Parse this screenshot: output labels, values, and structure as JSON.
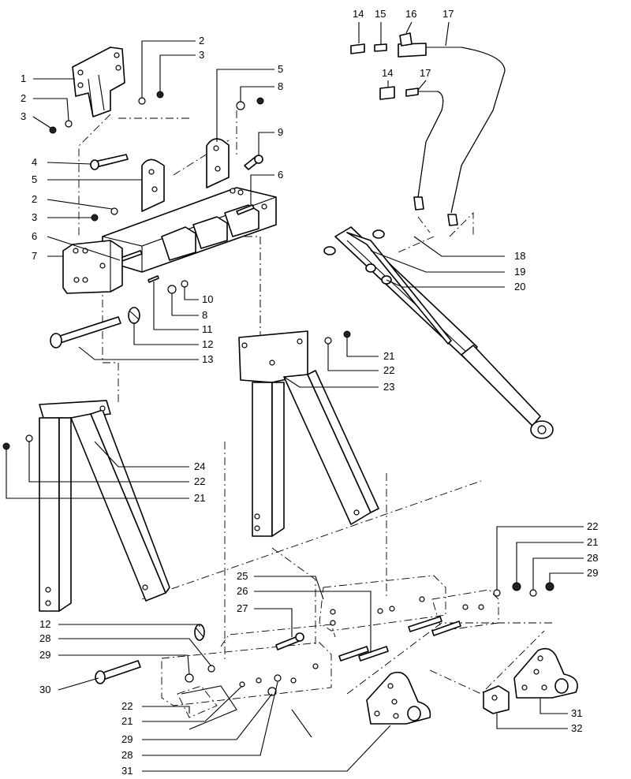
{
  "callouts": [
    "1",
    "2",
    "3",
    "2",
    "3",
    "4",
    "5",
    "2",
    "3",
    "6",
    "7",
    "5",
    "8",
    "9",
    "6",
    "10",
    "8",
    "11",
    "12",
    "13",
    "14",
    "15",
    "16",
    "17",
    "14",
    "17",
    "18",
    "19",
    "20",
    "21",
    "22",
    "23",
    "24",
    "22",
    "21",
    "22",
    "21",
    "28",
    "29",
    "25",
    "26",
    "27",
    "12",
    "28",
    "29",
    "30",
    "22",
    "21",
    "29",
    "28",
    "31",
    "31",
    "32"
  ]
}
